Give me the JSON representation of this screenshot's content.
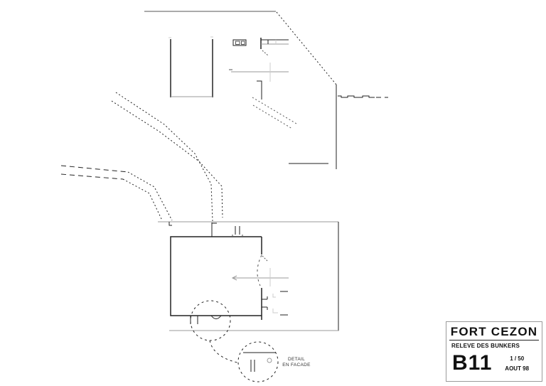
{
  "title_block": {
    "project": "FORT CEZON",
    "subtitle": "RELEVE DES BUNKERS",
    "sheet_code": "B11",
    "scale": "1 / 50",
    "date": "AOUT 98"
  },
  "annotations": {
    "detail_label_line1": "DETAIL",
    "detail_label_line2": "EN FACADE"
  },
  "colors": {
    "line_dark": "#222222",
    "line_mid": "#555555",
    "line_gray": "#999999",
    "line_light": "#cccccc",
    "background": "#ffffff",
    "text": "#111111"
  }
}
